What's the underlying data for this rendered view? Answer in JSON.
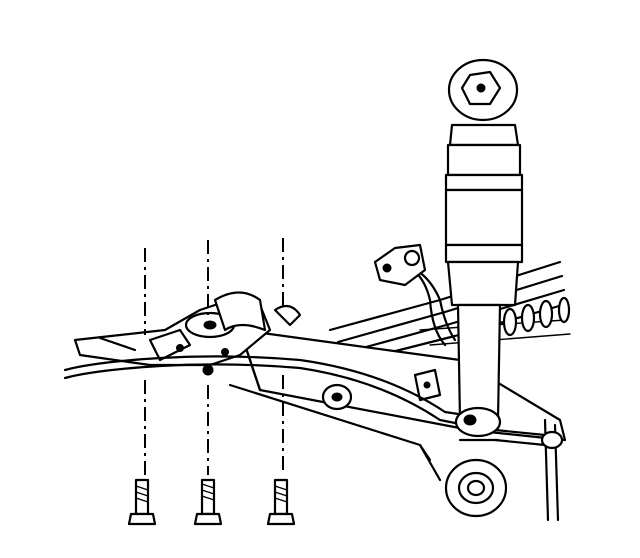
{
  "figure": {
    "components": [
      "shock-absorber",
      "upper-shock-mount",
      "lower-shock-mount",
      "leaf-spring",
      "axle-housing",
      "spring-mounting-bracket",
      "brake-line",
      "mounting-bolt",
      "mounting-bolt",
      "mounting-bolt"
    ],
    "bolt_count": 3,
    "line_color": "#000000",
    "background_color": "#ffffff"
  }
}
